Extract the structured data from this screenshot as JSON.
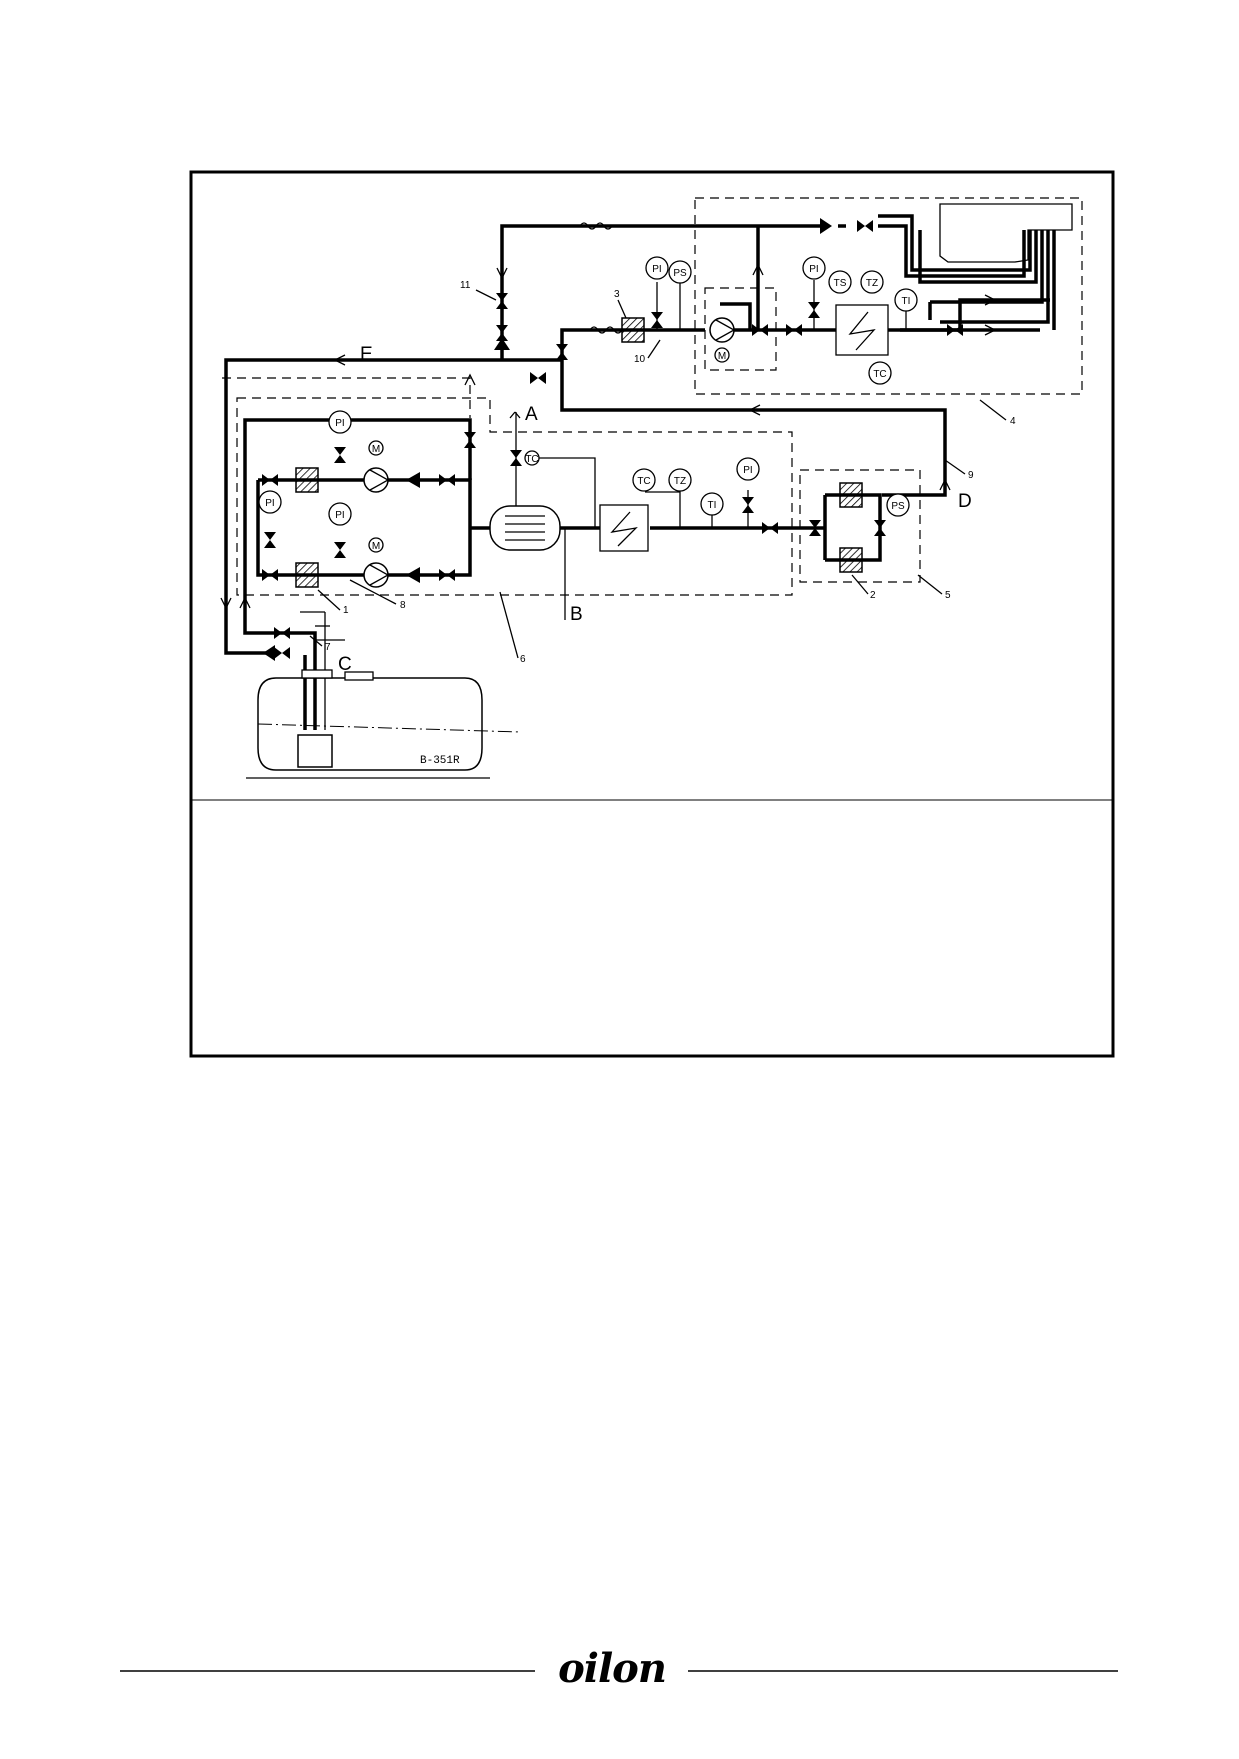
{
  "diagram": {
    "instruments": [
      "PI",
      "PS",
      "TS",
      "TZ",
      "TI",
      "TC",
      "M"
    ],
    "stream_labels": [
      "A",
      "B",
      "C",
      "D",
      "E"
    ],
    "item_numbers": [
      "1",
      "2",
      "3",
      "4",
      "5",
      "6",
      "7",
      "8",
      "9",
      "10",
      "11"
    ],
    "tank_label": "B-351R"
  },
  "footer": {
    "brand": "oilon"
  }
}
